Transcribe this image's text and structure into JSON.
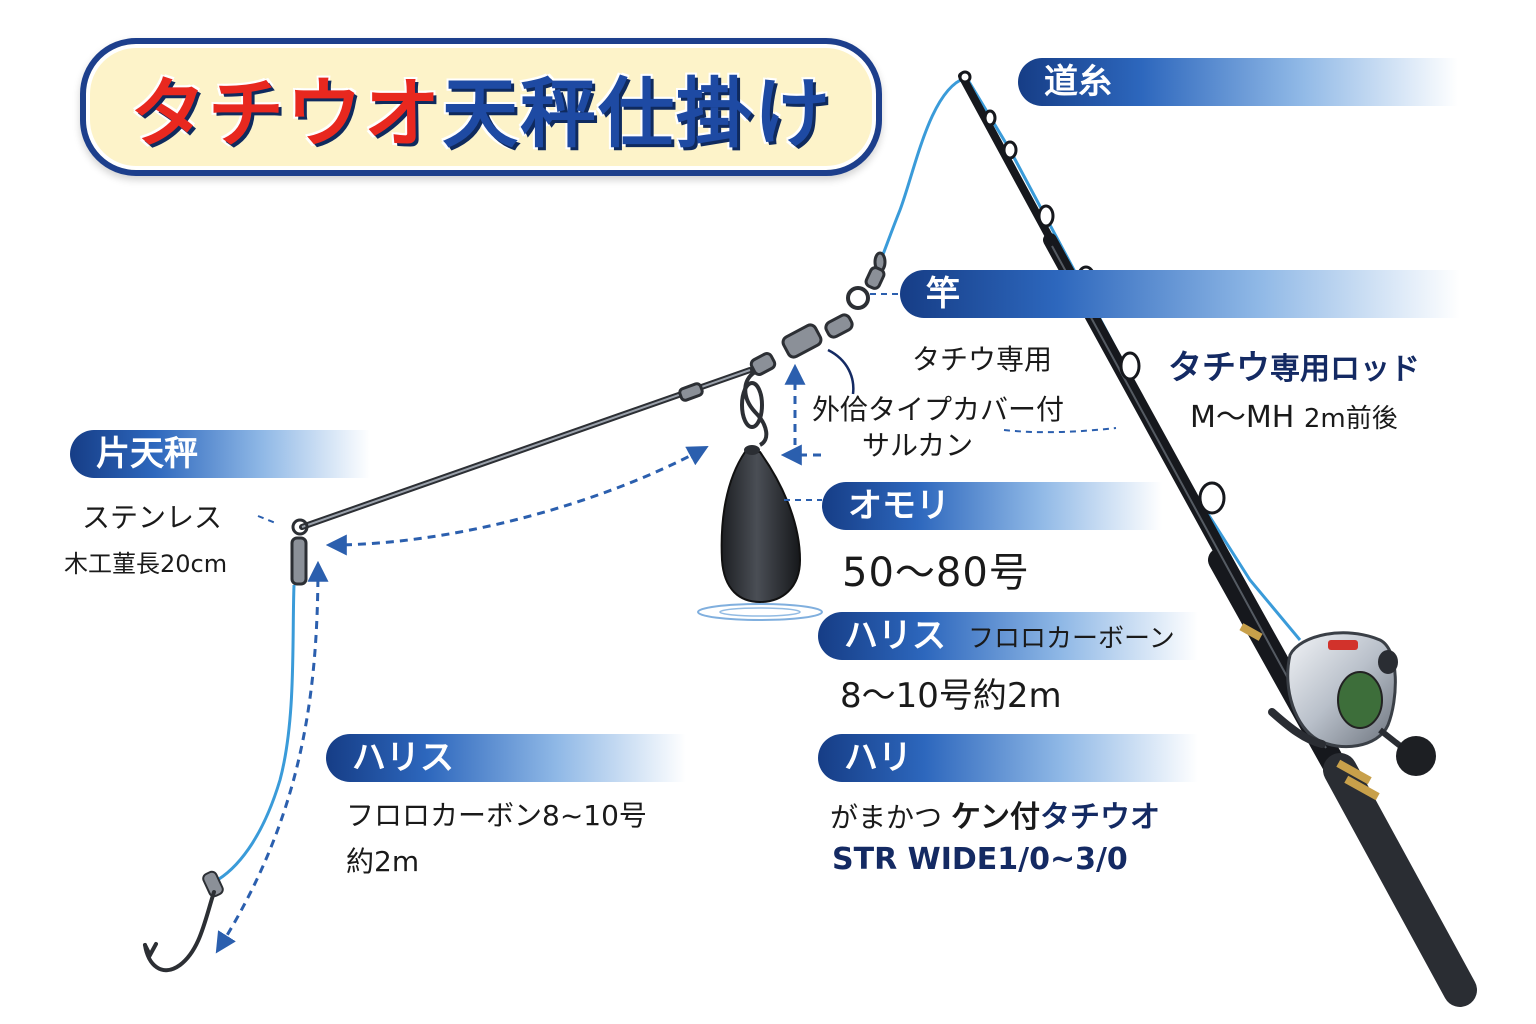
{
  "title": {
    "part1": "タチウオ",
    "part2": "天秤仕掛け"
  },
  "labels": {
    "michiito": "道糸",
    "sao": "竿",
    "katatenbin": "片天秤",
    "omori": "オモリ",
    "harisu_upper": "ハリス",
    "harisu_upper_material": "フロロカーボーン",
    "hari": "ハリ",
    "harisu_lower": "ハリス"
  },
  "rod_info": {
    "purpose": "タチウ専用",
    "product_a": "タチウ",
    "product_b": "専用ロッド",
    "spec_a": "M～MH",
    "spec_b": "2m前後"
  },
  "swivel": {
    "line1": "外佮タイプカバー付",
    "line2": "サルカン"
  },
  "tenbin": {
    "material": "ステンレス",
    "length": "木工菫長20cm"
  },
  "sinker": {
    "weight": "50～80号"
  },
  "leader_upper": {
    "spec": "8～10号約2m"
  },
  "hook": {
    "brand": "がまかつ",
    "name_a": "ケン付",
    "name_b": "タチウオ",
    "model": "STR WIDE1/0~3/0"
  },
  "leader_lower": {
    "spec": "フロロカーボン8~10号",
    "length": "約2m"
  },
  "colors": {
    "title_red": "#e8281f",
    "title_blue": "#1e4aa3",
    "label_navy": "#163d86",
    "line_blue": "#3a9bd9",
    "rod_dark": "#16181d",
    "sinker": "#2b2e33",
    "pill_fill": "#fdf3c9"
  }
}
